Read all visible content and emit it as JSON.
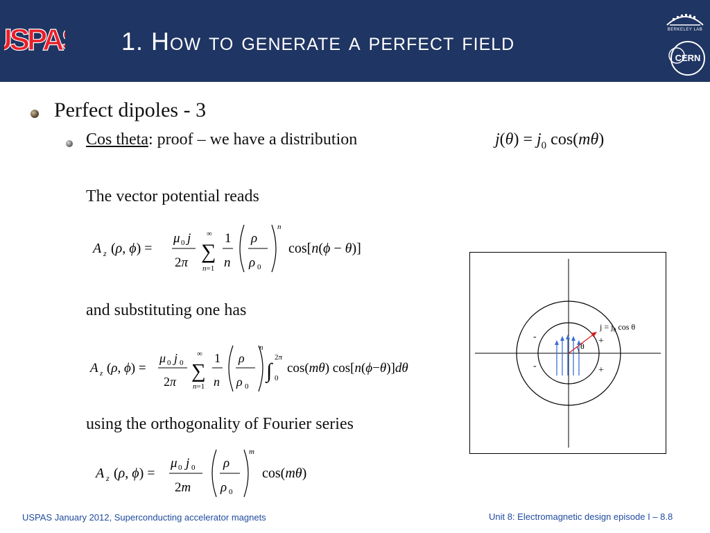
{
  "header": {
    "title": "1. How to generate a perfect field",
    "logo_left_text": "USPAS",
    "logo_right_top_text": "BERKELEY LAB",
    "logo_right_bottom_text": "CERN",
    "background_color": "#1f3563"
  },
  "content": {
    "bullet1": "Perfect dipoles - 3",
    "bullet2_underlined": "Cos theta",
    "bullet2_rest": ": proof – we have a distribution",
    "para1": "The vector potential reads",
    "para2": "and substituting one has",
    "para3": "using the orthogonality of Fourier series"
  },
  "diagram": {
    "label_current": "j = j",
    "label_current_sub": "0",
    "label_current_tail": " cos θ",
    "label_theta": "θ",
    "signs": [
      "+",
      "+",
      "-",
      "-"
    ]
  },
  "footer": {
    "left": "USPAS January 2012,  Superconducting accelerator magnets",
    "right": "Unit 8: Electromagnetic design episode I – 8.8"
  }
}
